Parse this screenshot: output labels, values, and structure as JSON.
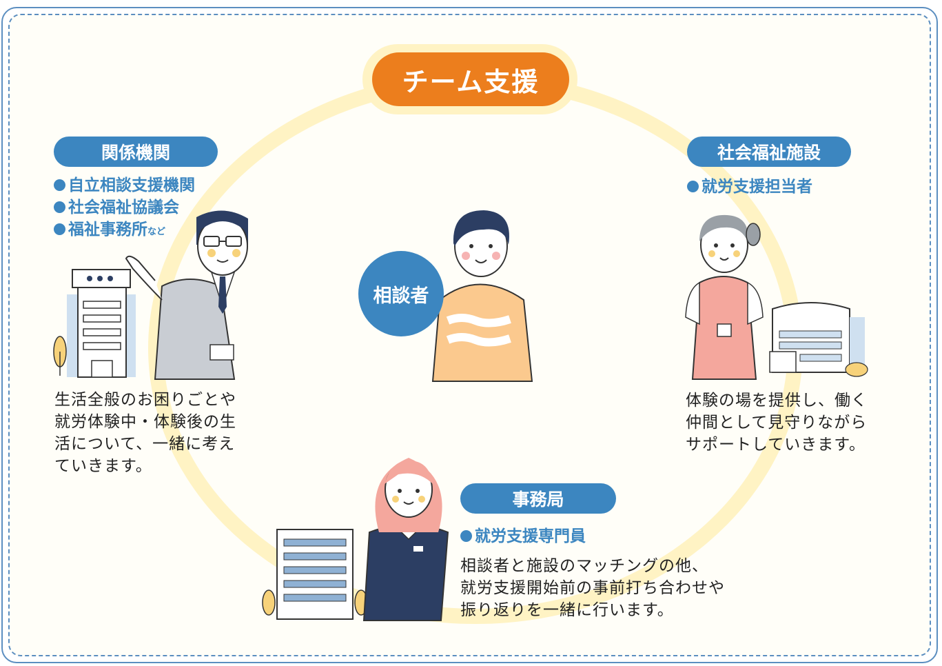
{
  "title": "チーム支援",
  "center": {
    "label": "相談者"
  },
  "left": {
    "heading": "関係機関",
    "items": [
      {
        "text": "自立相談支援機関",
        "suffix": ""
      },
      {
        "text": "社会福祉協議会",
        "suffix": ""
      },
      {
        "text": "福祉事務所",
        "suffix": "など"
      }
    ],
    "desc_lines": [
      "生活全般のお困りごとや",
      "就労体験中・体験後の生",
      "活について、一緒に考え",
      "ていきます。"
    ]
  },
  "right": {
    "heading": "社会福祉施設",
    "items": [
      {
        "text": "就労支援担当者"
      }
    ],
    "desc_lines": [
      "体験の場を提供し、働く",
      "仲間として見守りながら",
      "サポートしていきます。"
    ]
  },
  "bottom": {
    "heading": "事務局",
    "items": [
      {
        "text": "就労支援専門員"
      }
    ],
    "desc_lines": [
      "相談者と施設のマッチングの他、",
      "就労支援開始前の事前打ち合わせや",
      "振り返りを一緒に行います。"
    ]
  },
  "colors": {
    "accent_orange": "#ec7e1d",
    "accent_blue": "#3c86c0",
    "ring_yellow": "#fff3c4",
    "border_blue": "#5b8ec0"
  },
  "icons": [
    "office-building-icon",
    "welfare-facility-icon",
    "apartment-building-icon",
    "tree-icon"
  ]
}
